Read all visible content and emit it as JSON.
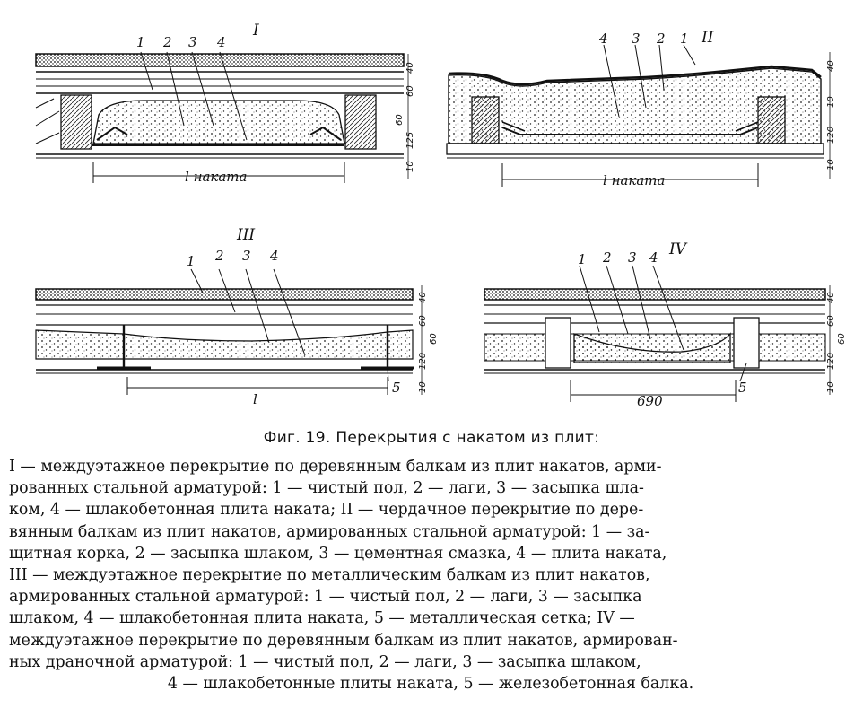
{
  "diagrams": {
    "I": {
      "title": "I",
      "callouts": [
        "1",
        "2",
        "3",
        "4"
      ],
      "span_label": "l наката",
      "dims": [
        "40",
        "60",
        "60",
        "125",
        "10"
      ]
    },
    "II": {
      "title": "II",
      "callouts": [
        "4",
        "3",
        "2",
        "1"
      ],
      "span_label": "l наката",
      "dims": [
        "40",
        "10",
        "120",
        "10"
      ]
    },
    "III": {
      "title": "III",
      "callouts": [
        "1",
        "2",
        "3",
        "4",
        "5"
      ],
      "span_label": "l",
      "dims": [
        "40",
        "60",
        "60",
        "120",
        "10"
      ]
    },
    "IV": {
      "title": "IV",
      "callouts": [
        "1",
        "2",
        "3",
        "4",
        "5"
      ],
      "span_label": "690",
      "dims": [
        "40",
        "60",
        "60",
        "120",
        "10"
      ]
    }
  },
  "caption": "Фиг. 19. Перекрытия с накатом из плит:",
  "legend_lines": [
    "I — междуэтажное перекрытие по деревянным  балкам  из плит накатов, арми-",
    "рованных стальной арматурой: 1 — чистый пол, 2 — лаги, 3 — засыпка шла-",
    "ком, 4 — шлакобетонная плита наката; II — чердачное перекрытие по дере-",
    "вянным балкам из плит накатов,  армированных  стальной арматурой: 1 — за-",
    "щитная корка, 2 — засыпка шлаком, 3 — цементная смазка, 4 — плита наката,",
    "III — междуэтажное перекрытие  по металлическим  балкам  из плит накатов,",
    "армированных стальной  арматурой: 1 — чистый пол, 2 — лаги, 3 — засыпка",
    "шлаком, 4 — шлакобетонная  плита наката, 5 — металлическая  сетка; IV —",
    "междуэтажное перекрытие по деревянным  балкам из плит накатов, армирован-",
    "ных драночной арматурой: 1 — чистый пол, 2 — лаги, 3 — засыпка  шлаком,",
    "4 — шлакобетонные плиты наката, 5 — железобетонная балка."
  ]
}
